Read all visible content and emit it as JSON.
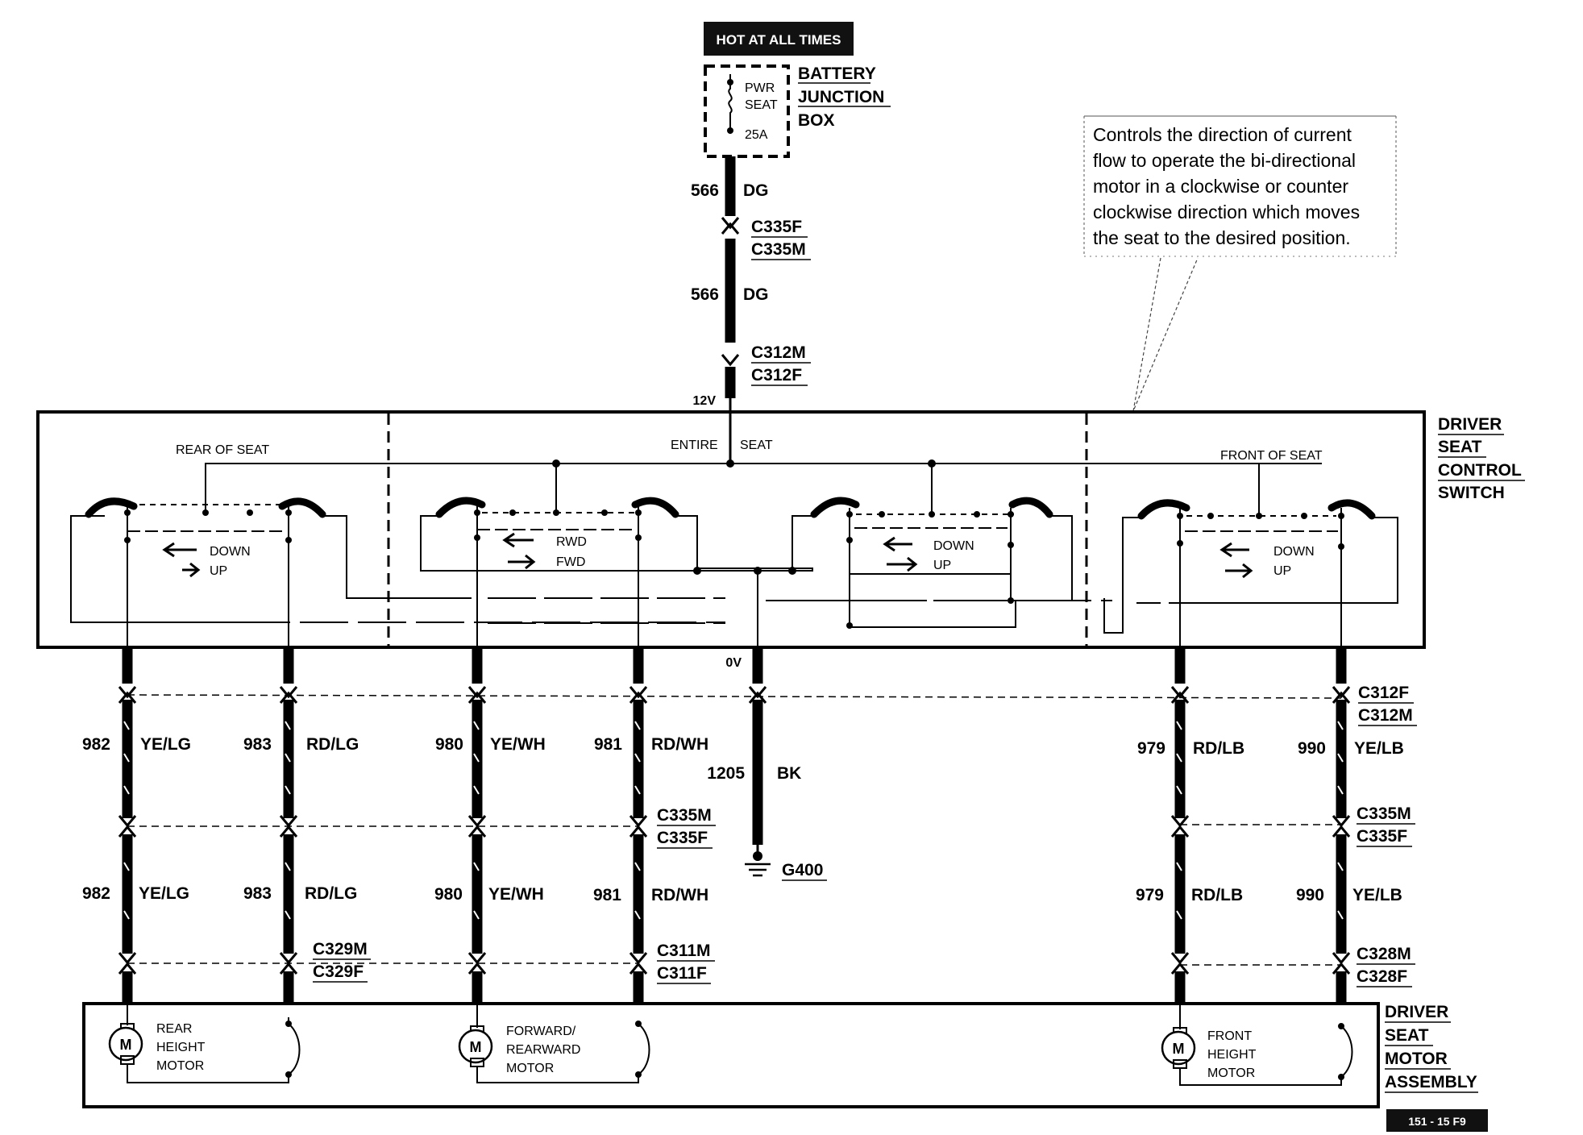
{
  "power": {
    "hot_label": "HOT AT ALL TIMES",
    "fuse_name_1": "PWR",
    "fuse_name_2": "SEAT",
    "fuse_rating": "25A",
    "box_title": [
      "BATTERY",
      "JUNCTION",
      "BOX"
    ],
    "wire_number": "566",
    "wire_color": "DG",
    "conn1": [
      "C335F",
      "C335M"
    ],
    "conn2": [
      "C312M",
      "C312F"
    ],
    "voltage": "12V"
  },
  "note": {
    "lines": [
      "Controls the direction of current",
      "flow to operate the bi-directional",
      "motor in a clockwise or counter",
      "clockwise direction which moves",
      "the seat to the desired position."
    ]
  },
  "switch": {
    "title": [
      "DRIVER",
      "SEAT",
      "CONTROL",
      "SWITCH"
    ],
    "section_rear": "REAR OF SEAT",
    "section_entire_1": "ENTIRE",
    "section_entire_2": "SEAT",
    "section_front": "FRONT OF SEAT",
    "rear_dirs": [
      "DOWN",
      "UP"
    ],
    "fore_aft_dirs": [
      "RWD",
      "FWD"
    ],
    "tilt_dirs": [
      "DOWN",
      "UP"
    ],
    "front_dirs": [
      "DOWN",
      "UP"
    ]
  },
  "ground": {
    "voltage": "0V",
    "wire_number": "1205",
    "wire_color": "BK",
    "point": "G400"
  },
  "wires": [
    {
      "number": "982",
      "color": "YE/LG"
    },
    {
      "number": "983",
      "color": "RD/LG"
    },
    {
      "number": "980",
      "color": "YE/WH"
    },
    {
      "number": "981",
      "color": "RD/WH"
    },
    {
      "number": "979",
      "color": "RD/LB"
    },
    {
      "number": "990",
      "color": "YE/LB"
    }
  ],
  "connectors": {
    "c312_right": [
      "C312F",
      "C312M"
    ],
    "c335_mid": [
      "C335M",
      "C335F"
    ],
    "c335_right": [
      "C335M",
      "C335F"
    ],
    "c329": [
      "C329M",
      "C329F"
    ],
    "c311": [
      "C311M",
      "C311F"
    ],
    "c328": [
      "C328M",
      "C328F"
    ]
  },
  "motors": {
    "title": [
      "DRIVER",
      "SEAT",
      "MOTOR",
      "ASSEMBLY"
    ],
    "symbol": "M",
    "rear": [
      "REAR",
      "HEIGHT",
      "MOTOR"
    ],
    "fore_aft": [
      "FORWARD/",
      "REARWARD",
      "MOTOR"
    ],
    "front": [
      "FRONT",
      "HEIGHT",
      "MOTOR"
    ]
  },
  "figure_id": "151 - 15 F9"
}
